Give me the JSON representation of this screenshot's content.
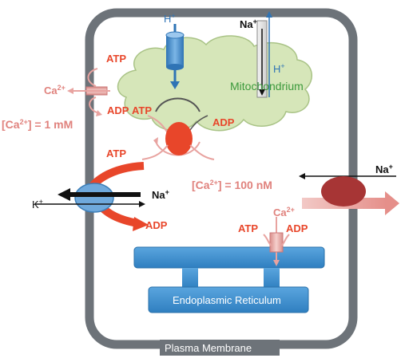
{
  "labels": {
    "h_plus_top": "H",
    "h_plus_top_sup": "+",
    "na_top": "Na",
    "na_top_sup": "+",
    "h_plus_mito": "H",
    "h_plus_mito_sup": "+",
    "mitochondrium": "Mitochondrium",
    "atp_left_top": "ATP",
    "ca_left": "Ca",
    "ca_left_sup": "2+",
    "adp_left": "ADP",
    "ca_outside": "[Ca",
    "ca_outside_sup": "2+",
    "ca_outside_tail": "] = 1 mM",
    "atp_mito": "ATP",
    "adp_mito": "ADP",
    "atp_pump": "ATP",
    "na_pump": "Na",
    "na_pump_sup": "+",
    "k_pump": "K",
    "k_pump_sup": "+",
    "adp_pump": "ADP",
    "ca_inside": "[Ca",
    "ca_inside_sup": "2+",
    "ca_inside_tail": "] = 100 nM",
    "na_right": "Na",
    "na_right_sup": "+",
    "ca_er": "Ca",
    "ca_er_sup": "2+",
    "atp_er": "ATP",
    "adp_er": "ADP",
    "er": "Endoplasmic Reticulum",
    "plasma_membrane": "Plasma Membrane"
  },
  "colors": {
    "membrane": "#6d7379",
    "cloud_fill": "#d6e6b9",
    "cloud_stroke": "#a9c386",
    "er_fill": "#3d8fcf",
    "atp_red": "#e8462a",
    "channel_pink": "#e8a3a0",
    "exchanger_red": "#a73535"
  },
  "icons": {
    "proton_channel": "cylinder-channel-icon",
    "atp_synthase": "oval-enzyme-icon",
    "na_k_pump": "oval-pump-icon",
    "na_ca_exchanger": "oval-exchanger-icon",
    "ca_channel": "cylinder-channel-icon"
  }
}
